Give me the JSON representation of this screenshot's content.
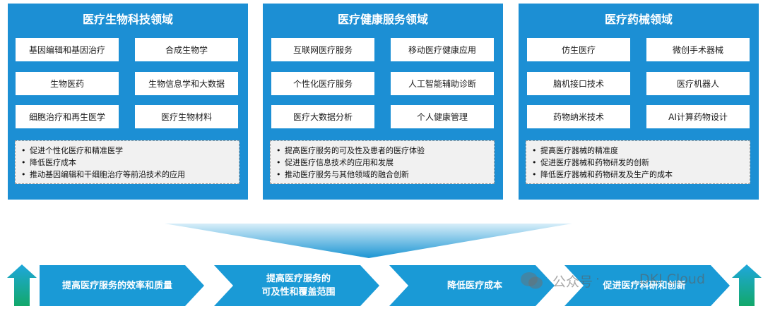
{
  "panels": [
    {
      "title": "医疗生物科技领域",
      "items": [
        "基因编辑和基因治疗",
        "合成生物学",
        "生物医药",
        "生物信息学和大数据",
        "细胞治疗和再生医学",
        "医疗生物材料"
      ],
      "benefits": [
        "促进个性化医疗和精准医学",
        "降低医疗成本",
        "推动基因编辑和干细胞治疗等前沿技术的应用"
      ]
    },
    {
      "title": "医疗健康服务领域",
      "items": [
        "互联网医疗服务",
        "移动医疗健康应用",
        "个性化医疗服务",
        "人工智能辅助诊断",
        "医疗大数据分析",
        "个人健康管理"
      ],
      "benefits": [
        "提高医疗服务的可及性及患者的医疗体验",
        "促进医疗信息技术的应用和发展",
        "推动医疗服务与其他领域的融合创新"
      ]
    },
    {
      "title": "医疗药械领域",
      "items": [
        "仿生医疗",
        "微创手术器械",
        "脑机接口技术",
        "医疗机器人",
        "药物纳米技术",
        "AI计算药物设计"
      ],
      "benefits": [
        "提高医疗器械的精准度",
        "促进医疗器械和药物研发的创新",
        "降低医疗器械和药物研发及生产的成本"
      ]
    }
  ],
  "flow": {
    "steps": [
      "提高医疗服务的效率和质量",
      "提高医疗服务的",
      "可及性和覆盖范围",
      "降低医疗成本",
      "促进医疗科研和创新"
    ]
  },
  "watermark": {
    "channel": "公众号",
    "name": "DKI Cloud"
  },
  "colors": {
    "panel": "#1c8fd4",
    "chevron": "#1a9ad6",
    "arrow_up_top": "#1fa7dc",
    "arrow_up_bottom": "#12a86a"
  }
}
